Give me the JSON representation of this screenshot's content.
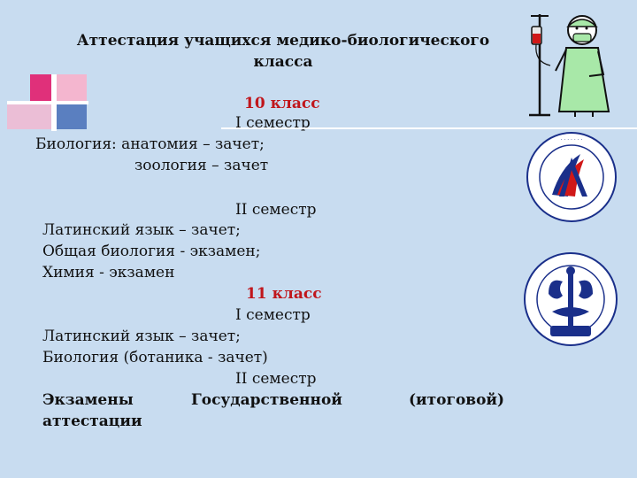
{
  "slide": {
    "title_line1": "Аттестация учащихся медико-биологического",
    "title_line2": "класса",
    "grade10": "10 класс",
    "g10_sem1": "I семестр",
    "g10_sem1_item1": "Биология:  анатомия – зачет;",
    "g10_sem1_item2": "зоология – зачет",
    "g10_sem2": "II семестр",
    "g10_sem2_item1": "Латинский язык – зачет;",
    "g10_sem2_item2": "Общая биология - экзамен;",
    "g10_sem2_item3": "Химия - экзамен",
    "grade11": "11 класс",
    "g11_sem1": "I семестр",
    "g11_sem1_item1": "Латинский язык – зачет;",
    "g11_sem1_item2": "Биология (ботаника - зачет)",
    "g11_sem2": "II семестр",
    "final_word1": "Экзамены",
    "final_word2": "Государственной",
    "final_word3": "(итоговой)",
    "final_word4": "аттестации"
  },
  "colors": {
    "background": "#c8dcf0",
    "accent_red": "#c0161c",
    "deco_magenta": "#e0307a",
    "deco_pink": "#f4b6cf",
    "deco_blue": "#5a7fc0"
  },
  "icons": [
    "doctor-iv-drip-icon",
    "medical-university-emblem",
    "iso-9001-emblem"
  ]
}
